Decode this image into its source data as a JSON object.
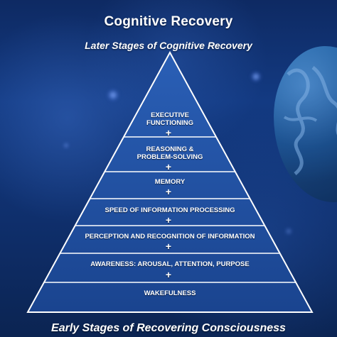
{
  "title": "Cognitive Recovery",
  "top_label": "Later Stages of Cognitive Recovery",
  "bottom_label": "Early Stages of Recovering Consciousness",
  "layers": [
    {
      "line1": "EXECUTIVE",
      "line2": "FUNCTIONING",
      "connector": "+"
    },
    {
      "line1": "REASONING &",
      "line2": "PROBLEM-SOLVING",
      "connector": "+"
    },
    {
      "line1": "MEMORY",
      "connector": "+"
    },
    {
      "line1": "SPEED OF INFORMATION PROCESSING",
      "connector": "+"
    },
    {
      "line1": "PERCEPTION AND RECOGNITION OF INFORMATION",
      "connector": "+"
    },
    {
      "line1": "AWARENESS: AROUSAL, ATTENTION, PURPOSE",
      "connector": "+"
    },
    {
      "line1": "WAKEFULNESS"
    }
  ],
  "colors": {
    "background": "#133a82",
    "pyramid_fill": "#1f4ea1",
    "pyramid_line": "#ffffff",
    "text": "#ffffff"
  }
}
